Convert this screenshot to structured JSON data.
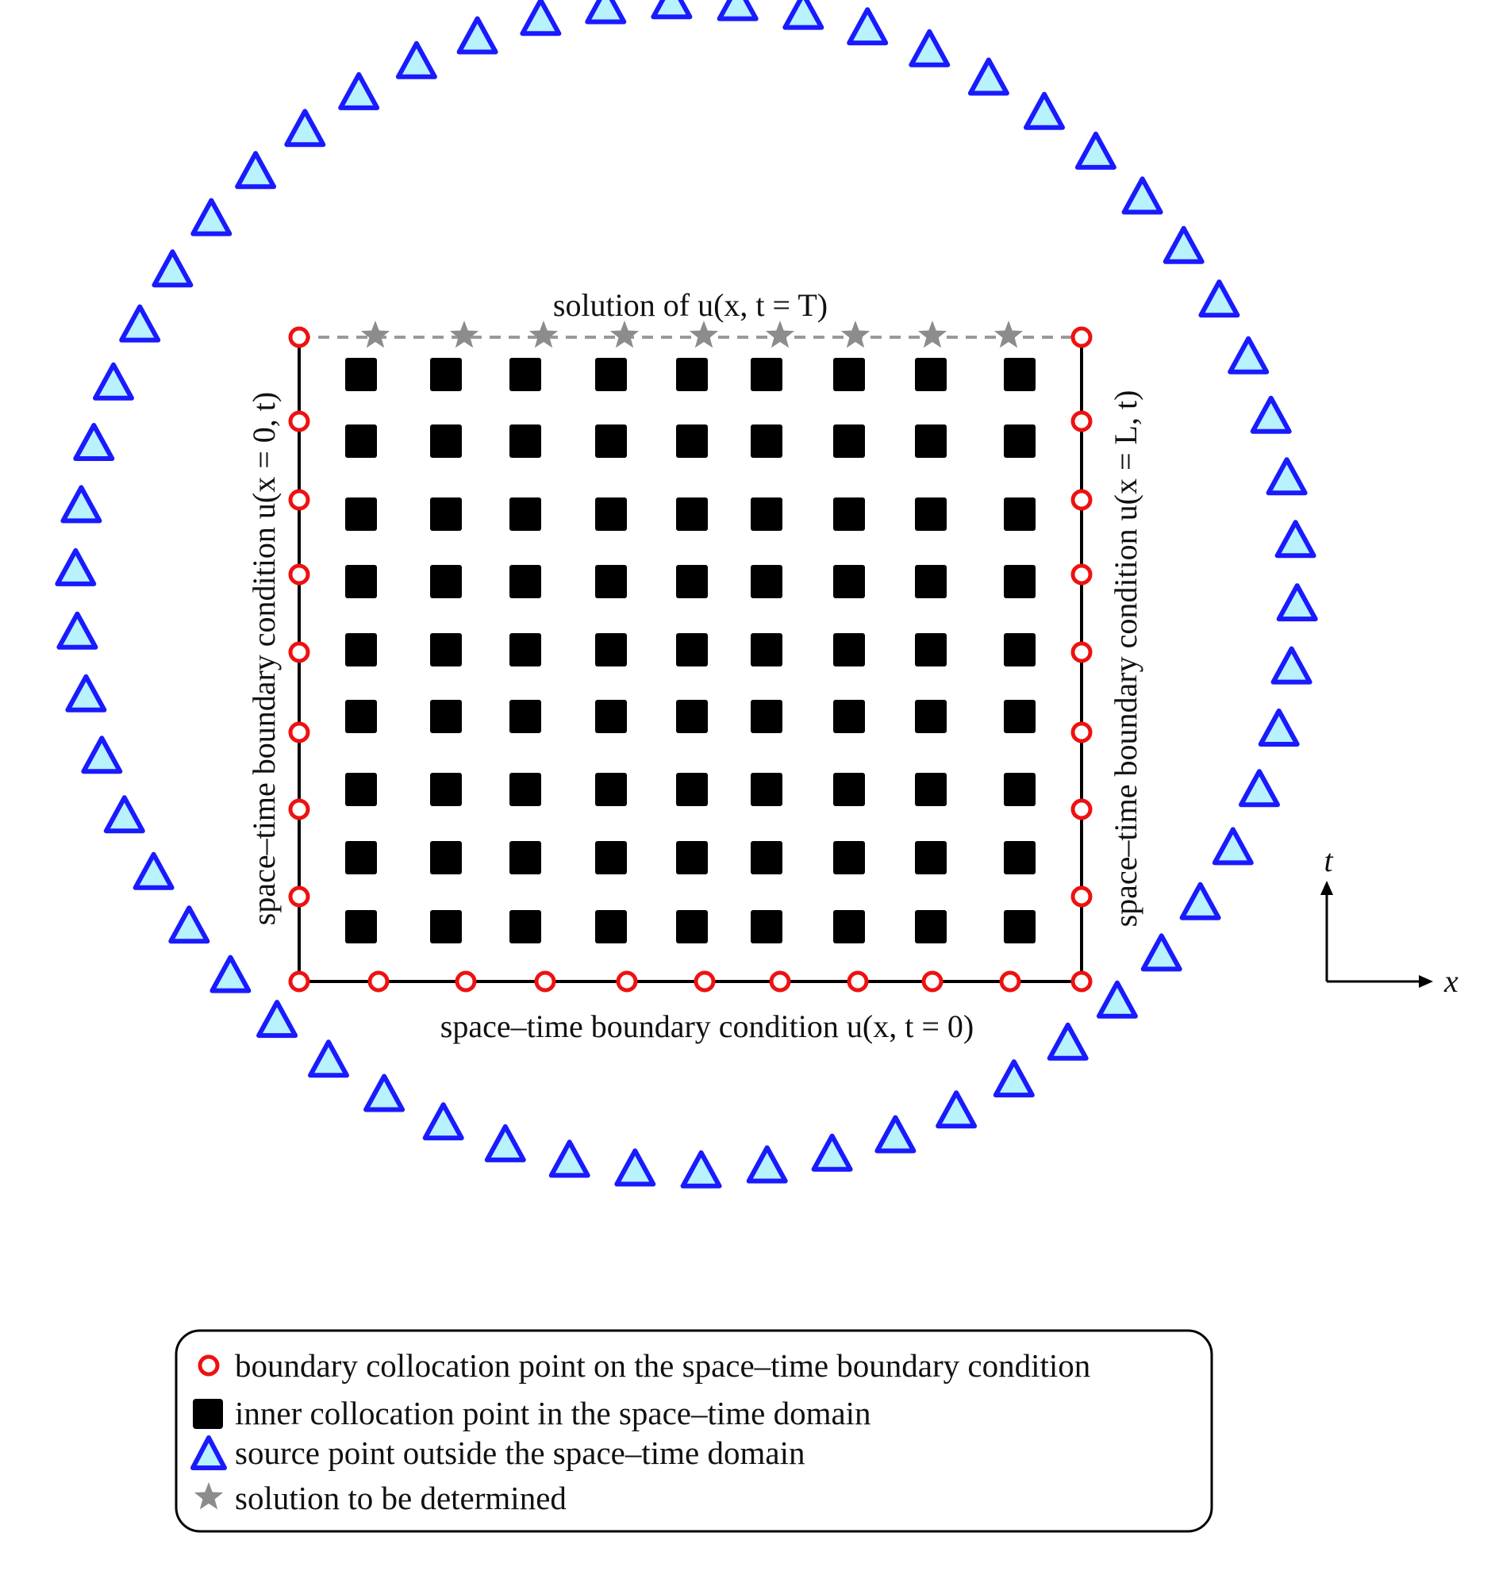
{
  "labels": {
    "top": "solution of  u(x, t = T)",
    "bottom": "space–time boundary condition  u(x, t = 0)",
    "left": "space–time boundary condition  u(x = 0, t)",
    "right": "space–time boundary condition  u(x = L, t)"
  },
  "axes": {
    "t_label": "t",
    "x_label": "x"
  },
  "legend": {
    "items": [
      {
        "marker": "boundary-point",
        "text": "boundary collocation point on the space–time boundary condition"
      },
      {
        "marker": "inner-point",
        "text": "inner collocation point in the space–time domain"
      },
      {
        "marker": "source-point",
        "text": "source point outside the space–time domain"
      },
      {
        "marker": "solution-point",
        "text": "solution to be determined"
      }
    ]
  },
  "colors": {
    "boundary_point_stroke": "#ee1111",
    "inner_point_fill": "#000000",
    "source_point_stroke": "#1a1aff",
    "source_point_fill": "#b7f2fd",
    "solution_point_fill": "#8c8c8c",
    "domain_line": "#000000",
    "dashed_line": "#9a9a9a"
  }
}
